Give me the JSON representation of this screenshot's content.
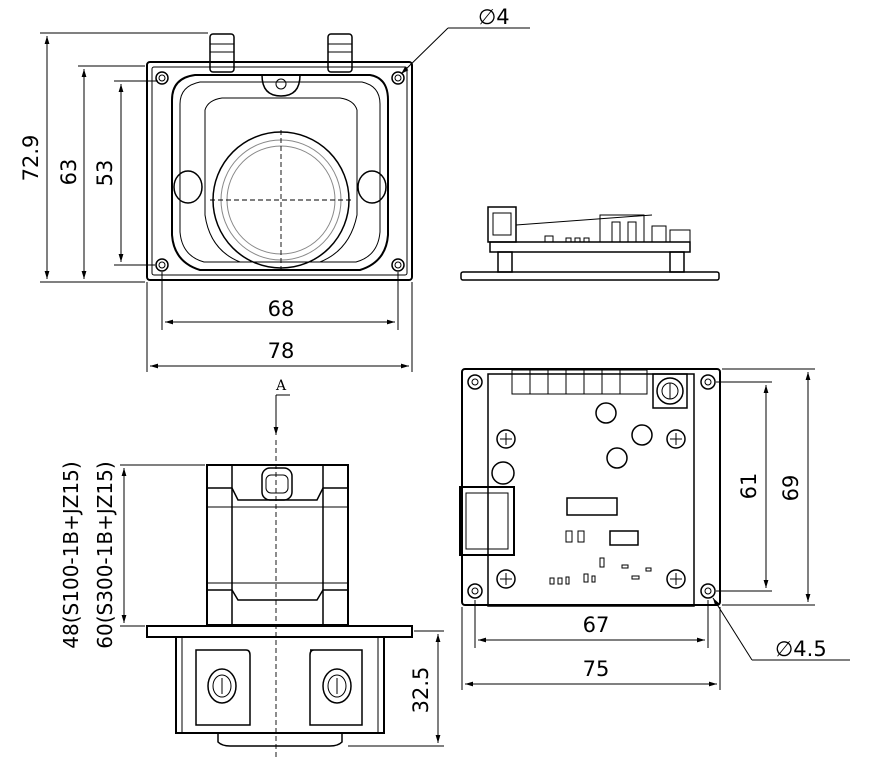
{
  "top_view": {
    "dims": {
      "height_overall": "72.9",
      "height_body": "63",
      "height_holes": "53",
      "width_holes": "68",
      "width_overall": "78",
      "hole_dia": "∅4"
    }
  },
  "front_view": {
    "view_label": "A",
    "dims": {
      "length_s100": "48(S100-1B+JZ15)",
      "length_s300": "60(S300-1B+JZ15)",
      "base_height": "32.5"
    }
  },
  "board_view": {
    "dims": {
      "width_holes": "67",
      "width_overall": "75",
      "height_holes": "61",
      "height_overall": "69",
      "hole_dia": "∅4.5"
    }
  }
}
